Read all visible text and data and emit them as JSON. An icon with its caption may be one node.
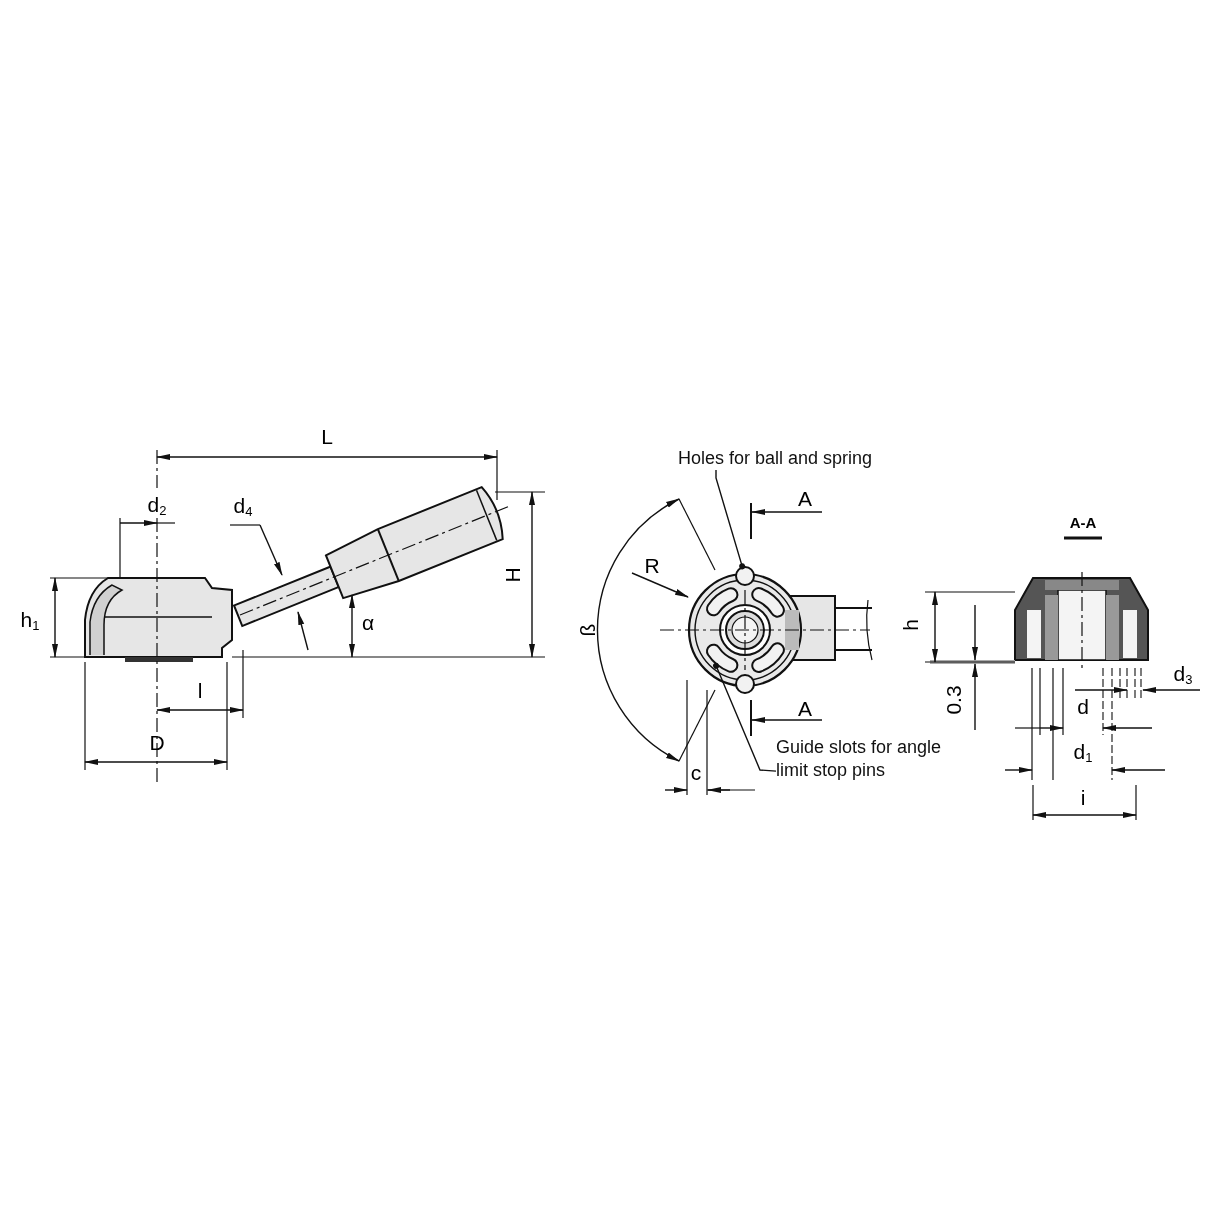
{
  "diagram": {
    "nodes": [
      {
        "text": [
          "Holes for ball and spring"
        ]
      },
      {
        "text": [],
        "shape": "circle"
      },
      {
        "text": [
          "Guide slots for angle limit stop pins"
        ]
      },
      {
        "text": [],
        "shape": "bar"
      }
    ],
    "edges": [
      {
        "from": 0,
        "to": 1,
        "arrow": "other"
      },
      {
        "from": 2,
        "to": 3,
        "arrow": "other"
      }
    ],
    "labels": [
      "L",
      "d$_{2}$",
      "d$_{4}$",
      "A",
      "H",
      "h$_{1}$",
      "ß",
      "R",
      "α",
      "A-A",
      "h",
      "l",
      "d$_{3}$",
      "A",
      "0.3",
      "d",
      "D",
      "c",
      "d$_{1}$",
      "i"
    ]
  }
}
